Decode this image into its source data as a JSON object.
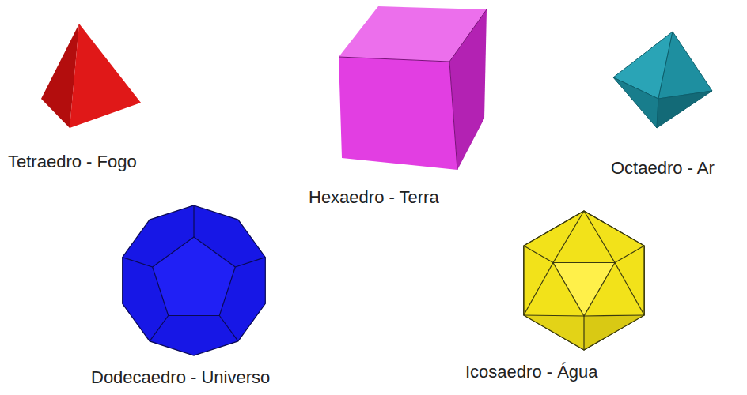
{
  "diagram": {
    "labels": [
      "Tetraedro - Fogo",
      "Hexaedro - Terra",
      "Octaedro - Ar",
      "Dodecaedro - Universo",
      "Icosaedro - Água"
    ]
  }
}
